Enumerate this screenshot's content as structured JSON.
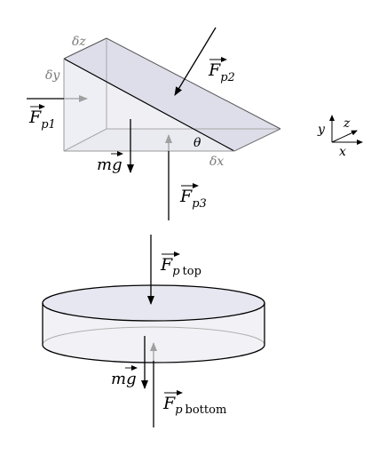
{
  "wedge": {
    "dz_label": "δz",
    "dy_label": "δy",
    "dx_label": "δx",
    "theta_label": "θ",
    "fp1": {
      "base": "F",
      "sub": "p1"
    },
    "fp2": {
      "base": "F",
      "sub": "p2"
    },
    "fp3": {
      "base": "F",
      "sub": "p3"
    },
    "mg": {
      "base": "m",
      "vec": "g"
    }
  },
  "axes": {
    "y_label": "y",
    "z_label": "z",
    "x_label": "x"
  },
  "disk": {
    "fp_top": {
      "base": "F",
      "sub": "p",
      "sub2": "top"
    },
    "fp_bottom": {
      "base": "F",
      "sub": "p",
      "sub2": "bottom"
    },
    "mg": {
      "base": "m",
      "vec": "g"
    }
  },
  "colors": {
    "ink": "#000000",
    "faint": "#9a9a9a",
    "fill": "#dfe0ec"
  }
}
